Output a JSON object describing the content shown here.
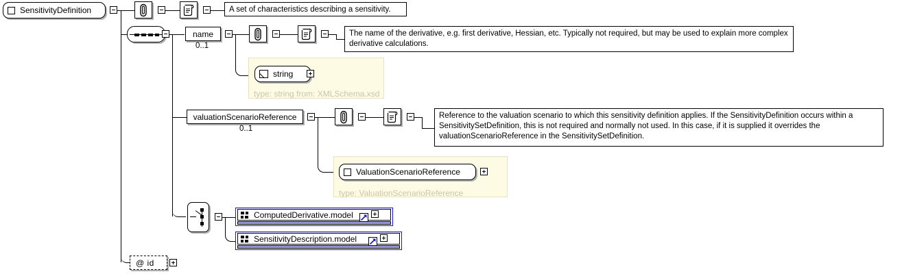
{
  "diagram": {
    "kind": "xsd-schema-diagram",
    "root": {
      "name": "SensitivityDefinition",
      "icon": "element-icon",
      "annotation_icon": "paperclip-icon",
      "documentation_icon": "documentation-icon",
      "documentation": "A set of characteristics describing a sensitivity."
    },
    "sequence_node": {
      "label": "sequence-compositor",
      "icon": "sequence-icon"
    },
    "children": [
      {
        "name": "name",
        "cardinality": "0..1",
        "annotation_icon": "paperclip-icon",
        "documentation_icon": "documentation-icon",
        "documentation": "The name of the derivative, e.g. first derivative, Hessian, etc. Typically not required, but may be used to explain more complex derivative calculations.",
        "type_panel": {
          "type_name": "string",
          "icon": "simple-type-icon",
          "footer": "type: string from: XMLSchema.xsd"
        }
      },
      {
        "name": "valuationScenarioReference",
        "cardinality": "0..1",
        "annotation_icon": "paperclip-icon",
        "documentation_icon": "documentation-icon",
        "documentation": "Reference to the valuation scenario to which this sensitivity definition applies. If the SensitivityDefinition occurs within a SensitivitySetDefinition, this is not required and normally not used. In this case, if it is supplied it overrides the valuationScenarioReference in the SensitivitySetDefinition.",
        "type_panel": {
          "type_name": "ValuationScenarioReference",
          "icon": "complex-type-icon",
          "footer": "type: ValuationScenarioReference"
        }
      }
    ],
    "choice_node": {
      "label": "choice-compositor",
      "icon": "choice-icon",
      "options": [
        {
          "name": "ComputedDerivative.model",
          "icon": "model-group-icon",
          "link_icon": "link-arrow-icon"
        },
        {
          "name": "SensitivityDescription.model",
          "icon": "model-group-icon",
          "link_icon": "link-arrow-icon"
        }
      ]
    },
    "attribute": {
      "name": "@ id",
      "icon": "attribute-icon"
    },
    "colors": {
      "background": "#ffffff",
      "line": "#000000",
      "type_panel_fill": "#fdfbe4",
      "type_panel_border": "#e8e3bc",
      "type_panel_footer_text": "#c9c6ad",
      "group_border": "#1515cf",
      "group_bar": "#9a9ae0",
      "box_shadow": "#b0b0b0"
    }
  }
}
